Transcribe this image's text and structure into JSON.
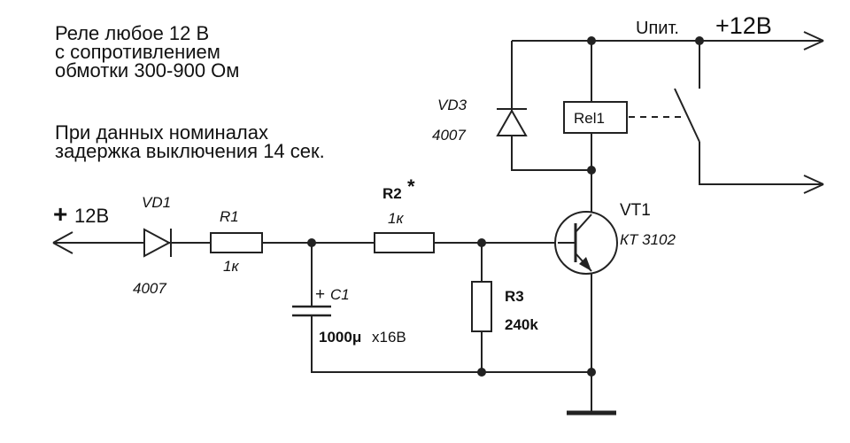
{
  "notes": {
    "relay_note": [
      "Реле любое 12 В",
      "с сопротивлением",
      "обмотки 300-900 Ом"
    ],
    "delay_note": [
      "При данных номиналах",
      "задержка выключения 14 сек."
    ]
  },
  "labels": {
    "supply_name": "Uпит.",
    "supply_voltage": "+12В",
    "input_sign": "+",
    "input_voltage": "12В",
    "vd1_name": "VD1",
    "vd1_type": "4007",
    "r1_name": "R1",
    "r1_value": "1к",
    "r2_name": "R2",
    "r2_star": "*",
    "r2_value": "1к",
    "c1_plus": "+",
    "c1_name": "C1",
    "c1_value": "1000μ",
    "c1_voltage": "x16В",
    "r3_name": "R3",
    "r3_value": "240k",
    "vt1_name": "VT1",
    "vt1_type": "КТ 3102",
    "vd3_name": "VD3",
    "vd3_type": "4007",
    "rel1_name": "Rel1"
  }
}
